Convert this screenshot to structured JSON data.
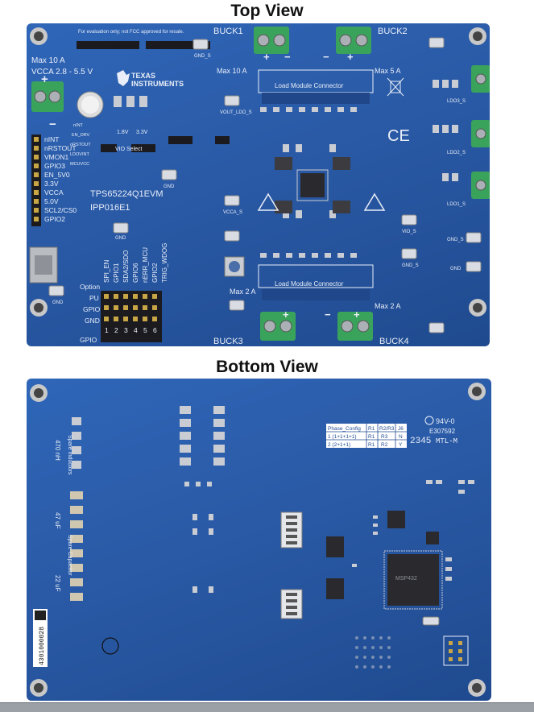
{
  "headings": {
    "top": "Top View",
    "bottom": "Bottom View"
  },
  "top": {
    "notice": "For evaluation only; not FCC approved for resale.",
    "vin_max": "Max 10 A",
    "vin_range": "VCCA 2.8 - 5.5 V",
    "brand_line1": "TEXAS",
    "brand_line2": "INSTRUMENTS",
    "model": "TPS65224Q1EVM",
    "part": "IPP016E1",
    "buck1": "BUCK1",
    "buck2": "BUCK2",
    "buck3": "BUCK3",
    "buck4": "BUCK4",
    "buck1_max": "Max 10 A",
    "buck2_max": "Max 5 A",
    "buck3_max": "Max 2 A",
    "buck4_max": "Max 2 A",
    "load_module": "Load Module Connector",
    "vio_select": "VIO Select",
    "vio_1v8": "1.8V",
    "vio_3v3": "3.3V",
    "pins": [
      "nINT",
      "nRSTOUT",
      "VMON1",
      "GPIO3",
      "EN_5V0",
      "3.3V",
      "VCCA",
      "5.0V",
      "SCL2/CS0",
      "GPIO2"
    ],
    "leds": [
      "nINT",
      "EN_DRV",
      "nRSTOUT",
      "LDOVINT",
      "MCUVCC"
    ],
    "vertical_labels": [
      "SPI_EN",
      "GPIO1",
      "SDA2/SDO",
      "GPIO6",
      "nERR_MCU",
      "GPIO2",
      "TRIG_WDOG"
    ],
    "header_rows": [
      "Option",
      "PU",
      "GPIO",
      "GND",
      "GPIO"
    ],
    "header_cols": [
      "1",
      "2",
      "3",
      "4",
      "5",
      "6"
    ],
    "ldo_labels": [
      "LDO3_S",
      "LDO2_S",
      "LDO1_S"
    ],
    "test_points": [
      "GND",
      "GND",
      "GND_S",
      "GND",
      "VCCA_S",
      "VOUT_LDO_S",
      "VIO_S",
      "GND_S",
      "GND_S",
      "GND"
    ],
    "ce_mark": "CE",
    "plus": "+",
    "minus": "−"
  },
  "bottom": {
    "spare_inductors": "Spare Inductors",
    "spare_capacitor": "Spare Capacitor",
    "inductor_value": "470 nH",
    "cap_value1": "47 uF",
    "cap_value2": "22 uF",
    "table_header": [
      "Phase_Config",
      "R1",
      "R2/R3",
      "J6"
    ],
    "table_rows": [
      [
        "1 (1+1+1+1)",
        "R1",
        "R3",
        "N"
      ],
      [
        "2 (2+1+1)",
        "R1",
        "R2",
        "Y"
      ]
    ],
    "rating": "94V-0",
    "ul_number": "E307592",
    "date_code": "2345",
    "mfg_code": "MTL-M",
    "serial": "4301000028",
    "ic_label": "MSP432"
  },
  "colors": {
    "board": "#2a5aa6",
    "silk": "#e9eef8",
    "terminal": "#3aa35b",
    "pad": "#c9ccd2"
  }
}
